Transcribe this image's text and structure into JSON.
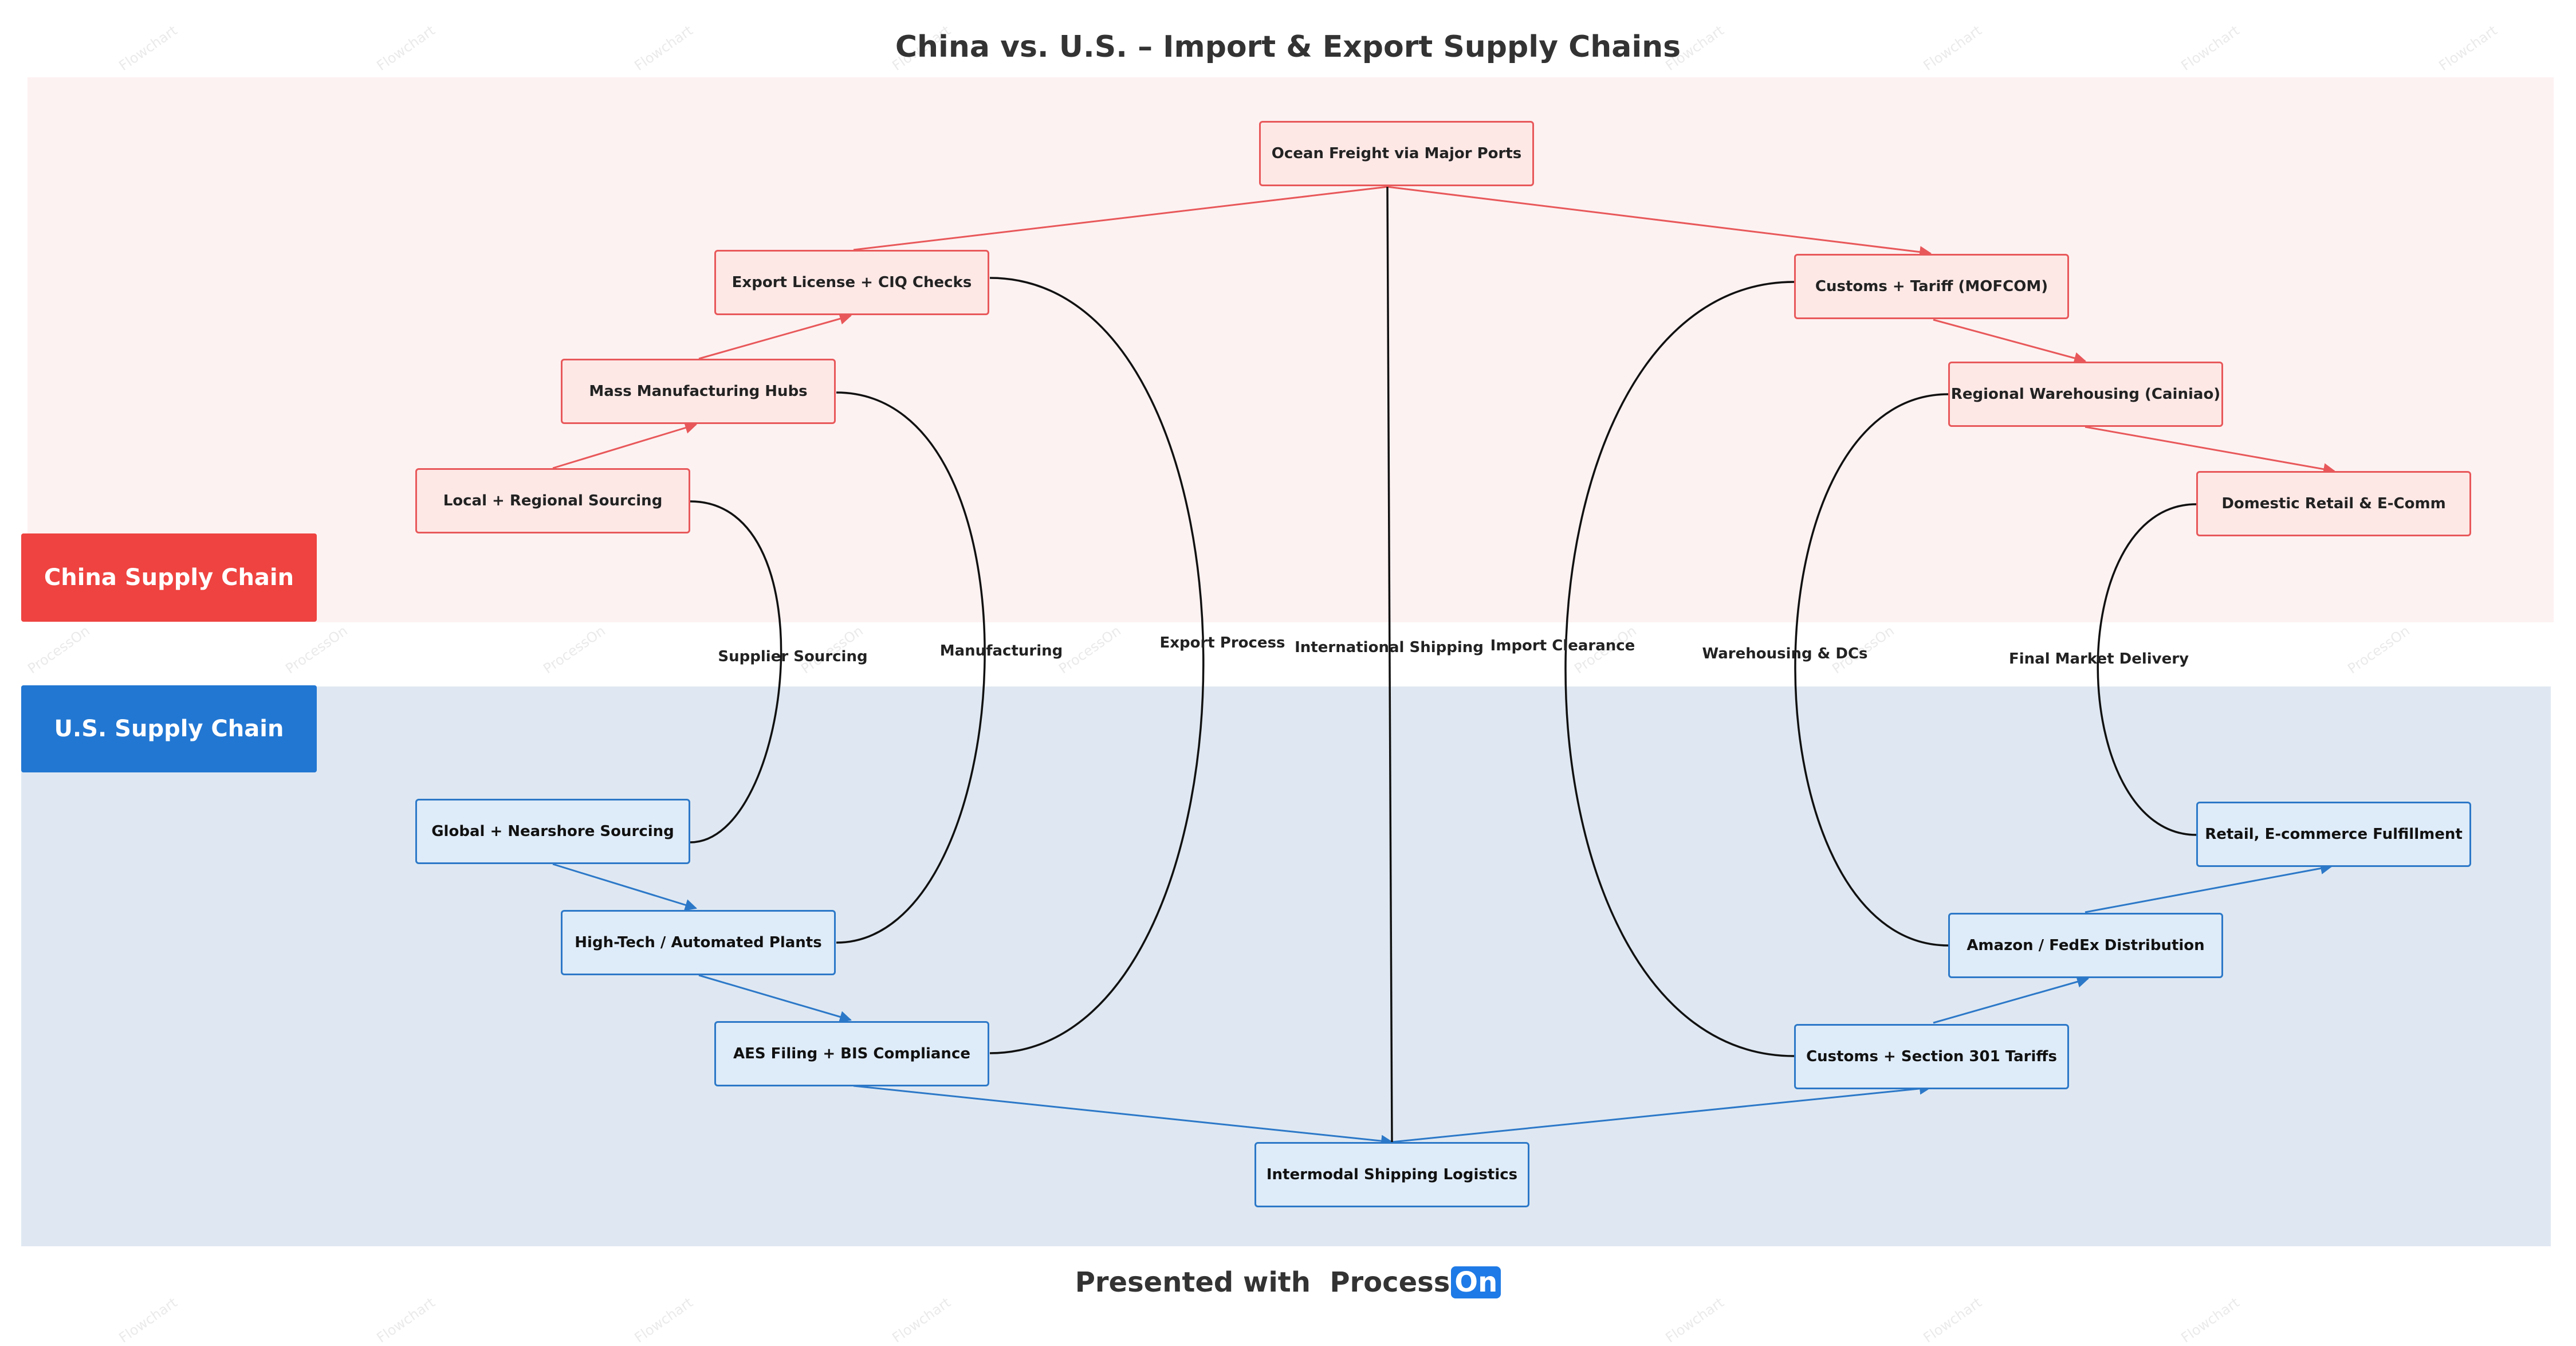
{
  "title": "China vs. U.S. – Import & Export Supply Chains",
  "lanes": {
    "china": "China Supply Chain",
    "us": "U.S. Supply Chain"
  },
  "china_nodes": {
    "ocean_freight": "Ocean Freight via Major Ports",
    "export_license": "Export License + CIQ Checks",
    "mass_manufacturing": "Mass Manufacturing Hubs",
    "local_sourcing": "Local + Regional Sourcing",
    "customs_tariff": "Customs + Tariff (MOFCOM)",
    "regional_warehousing": "Regional Warehousing (Cainiao)",
    "domestic_retail": "Domestic Retail & E-Comm"
  },
  "us_nodes": {
    "global_sourcing": "Global + Nearshore Sourcing",
    "high_tech_plants": "High-Tech / Automated Plants",
    "aes_filing": "AES Filing + BIS Compliance",
    "intermodal": "Intermodal Shipping Logistics",
    "customs_301": "Customs + Section 301 Tariffs",
    "amazon_fedex": "Amazon / FedEx Distribution",
    "retail_fulfillment": "Retail, E-commerce Fulfillment"
  },
  "phases": {
    "supplier_sourcing": "Supplier Sourcing",
    "manufacturing": "Manufacturing",
    "export_process": "Export Process",
    "international_shipping": "International Shipping",
    "import_clearance": "Import Clearance",
    "warehousing": "Warehousing & DCs",
    "final_delivery": "Final Market Delivery"
  },
  "footer": {
    "prefix": "Presented with",
    "brand": "Process",
    "brand_badge": "On"
  },
  "watermark": {
    "flowchart": "Flowchart",
    "processon": "ProcessOn"
  },
  "colors": {
    "china_accent": "#ee4340",
    "us_accent": "#2277d2",
    "china_edge": "#e8585a",
    "us_edge": "#2c78c8",
    "connector": "#111111"
  }
}
